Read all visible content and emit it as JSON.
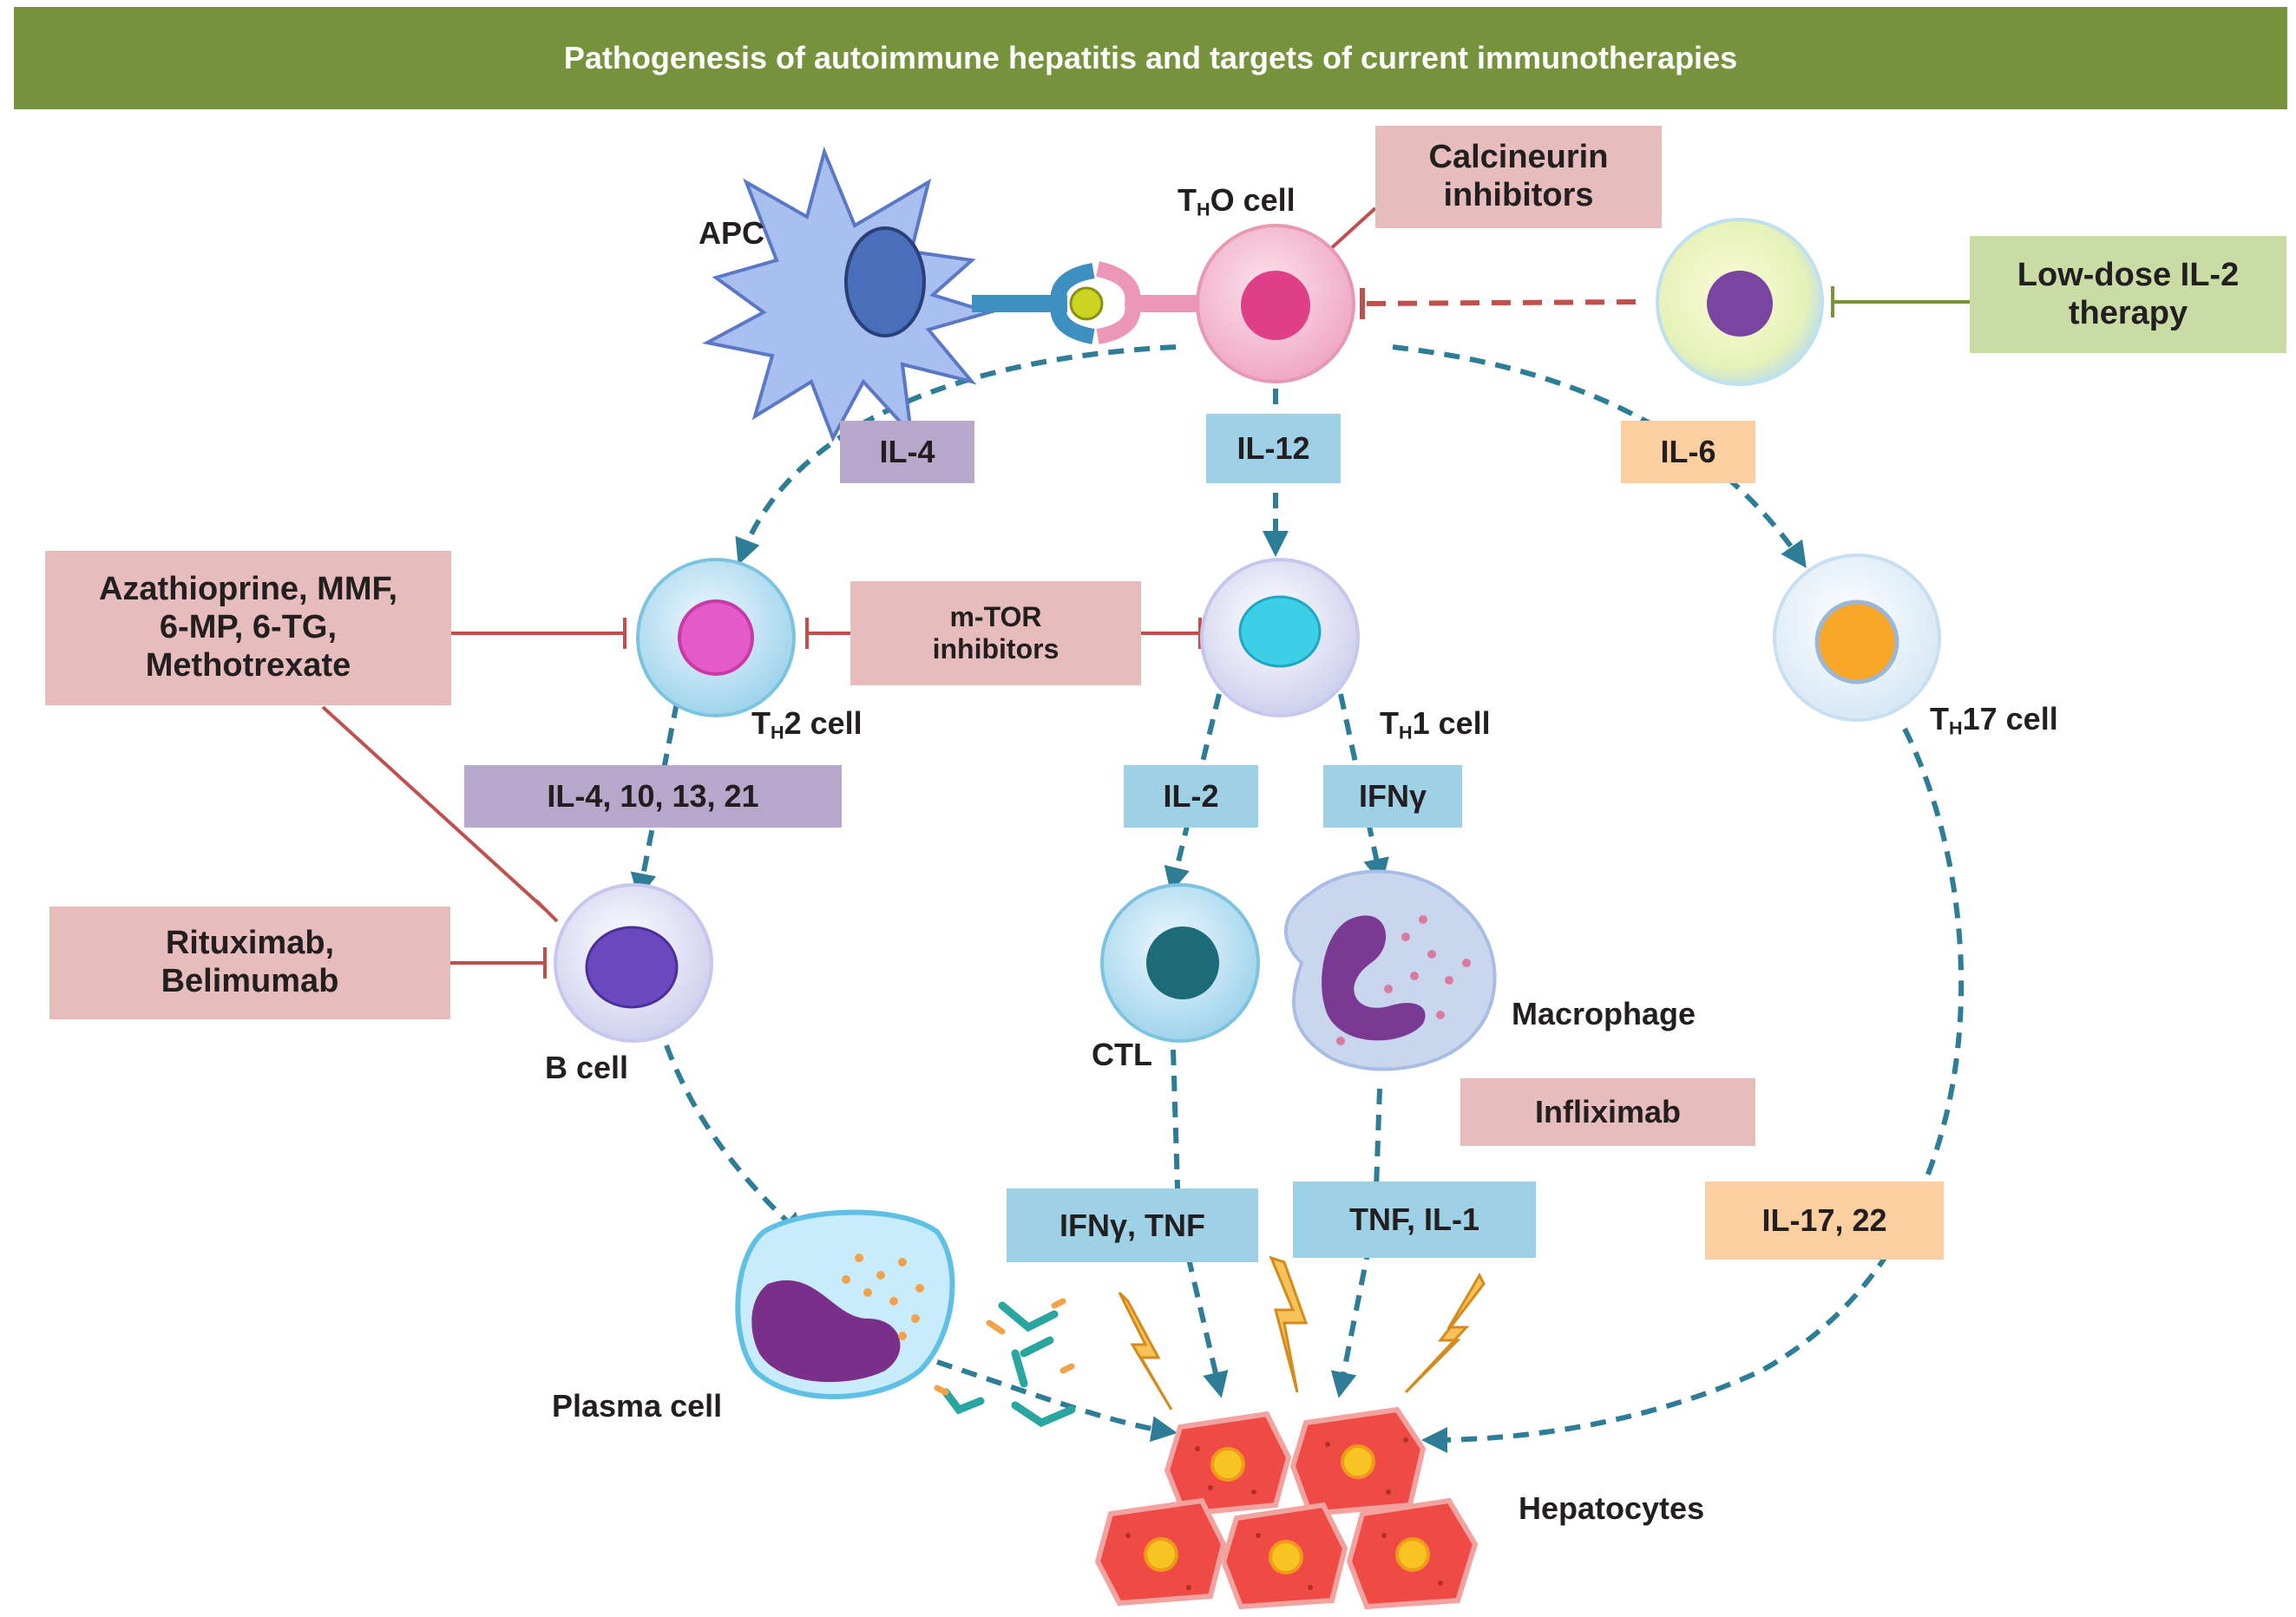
{
  "title": "Pathogenesis of autoimmune hepatitis and targets of current immunotherapies",
  "cells": {
    "apc": "APC",
    "th0": {
      "prefix": "T",
      "sub": "H",
      "suffix": "O cell"
    },
    "th2": {
      "prefix": "T",
      "sub": "H",
      "suffix": "2 cell"
    },
    "th1": {
      "prefix": "T",
      "sub": "H",
      "suffix": "1 cell"
    },
    "th17": {
      "prefix": "T",
      "sub": "H",
      "suffix": "17 cell"
    },
    "b_cell": "B cell",
    "ctl": "CTL",
    "macrophage": "Macrophage",
    "plasma_cell": "Plasma cell",
    "hepatocytes": "Hepatocytes"
  },
  "cytokines": {
    "il4": "IL-4",
    "il12": "IL-12",
    "il6": "IL-6",
    "th2_cytokines": "IL-4, 10, 13, 21",
    "il2": "IL-2",
    "ifng": "IFNγ",
    "ifng_tnf": "IFNγ, TNF",
    "tnf_il1": "TNF, IL-1",
    "il17_22": "IL-17, 22"
  },
  "therapies": {
    "calcineurin": "Calcineurin\ninhibitors",
    "low_dose_il2": "Low-dose IL-2\ntherapy",
    "azathioprine": "Azathioprine, MMF,\n6-MP, 6-TG,\nMethotrexate",
    "mtor": "m-TOR\ninhibitors",
    "rituximab": "Rituximab,\nBelimumab",
    "infliximab": "Infliximab"
  },
  "colors": {
    "banner": "#76923c",
    "flow_arrow": "#2e7d96",
    "inhibition": "#c0504d",
    "treg_inhibition": "#76923c",
    "drug_box": "#e6bcbc",
    "cytokine_purple": "#b6a7cb",
    "cytokine_blue": "#9ed0e6",
    "cytokine_orange": "#fccfa0",
    "treg_box": "#c9dca4"
  }
}
